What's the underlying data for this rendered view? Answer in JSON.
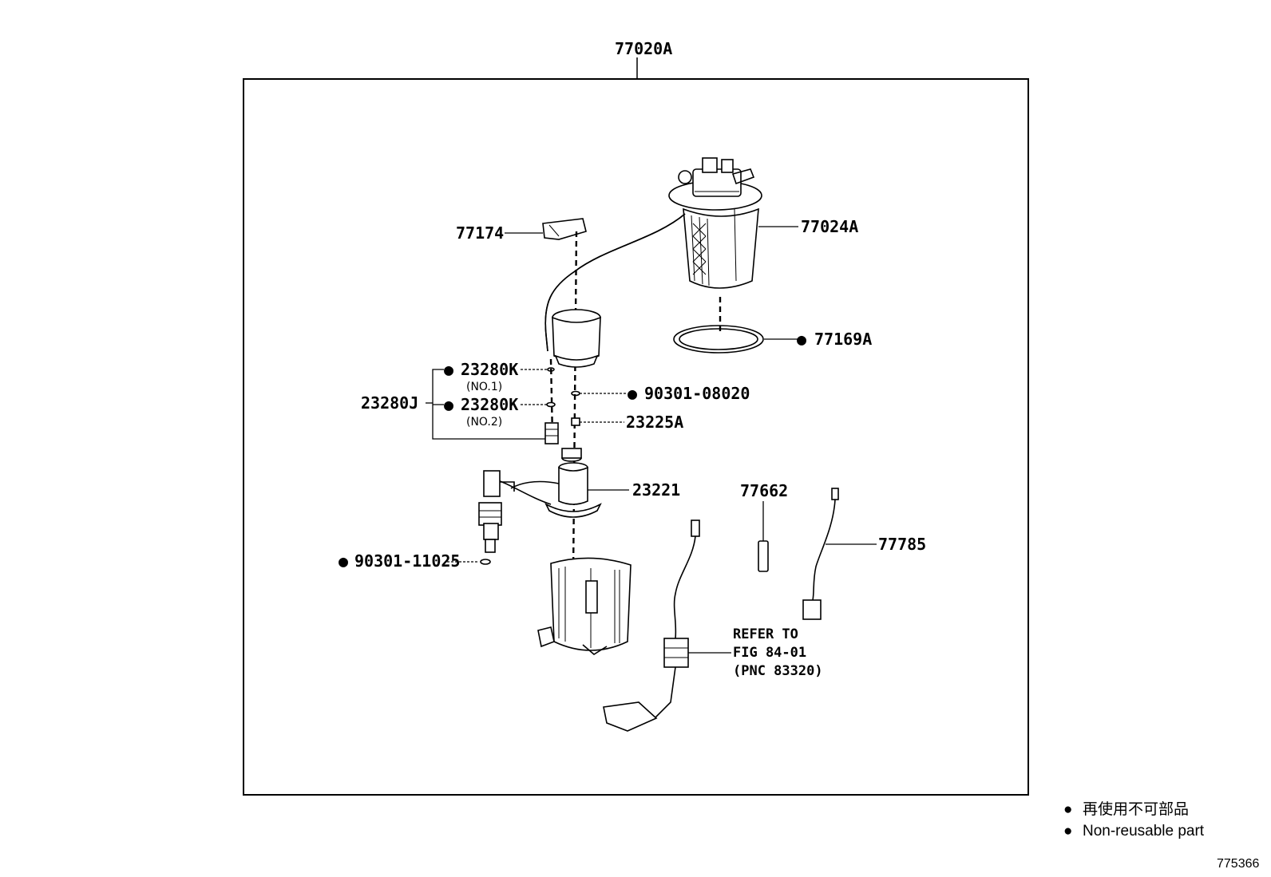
{
  "assembly": {
    "label": "77020A"
  },
  "callouts": {
    "p77024a": "77024A",
    "p77174": "77174",
    "p77169a": "77169A",
    "p23280k_1": "23280K",
    "p23280k_1_note": "(NO.1)",
    "p23280k_2": "23280K",
    "p23280k_2_note": "(NO.2)",
    "p23280j": "23280J",
    "p90301_08020": "90301-08020",
    "p23225a": "23225A",
    "p23221": "23221",
    "p77662": "77662",
    "p77785": "77785",
    "p90301_11025": "90301-11025"
  },
  "refer": {
    "line1": "REFER TO",
    "line2": "FIG 84-01",
    "line3": "(PNC 83320)"
  },
  "legend": {
    "jp": "再使用不可部品",
    "en": "Non-reusable part"
  },
  "figure_id": "775366",
  "marker": "●"
}
